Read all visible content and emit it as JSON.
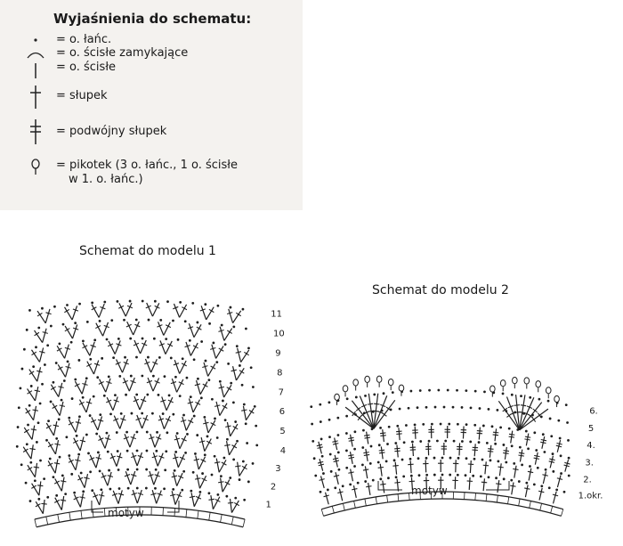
{
  "legend": {
    "title": "Wyjaśnienia do schematu:",
    "items": [
      {
        "icon": "chain-dot-icon",
        "text": "= o. łańc."
      },
      {
        "icon": "closing-arc-icon",
        "text": "= o. ścisłe zamykające"
      },
      {
        "icon": "single-crochet-bar-icon",
        "text": "= o. ścisłe"
      },
      {
        "icon": "double-crochet-icon",
        "text": "= słupek"
      },
      {
        "icon": "treble-crochet-icon",
        "text": "= podwójny słupek"
      },
      {
        "icon": "picot-icon",
        "text": "= pikotek (3 o. łańc., 1 o. ścisłe",
        "text2": "w 1. o. łańc.)"
      }
    ]
  },
  "scheme1": {
    "title": "Schemat do modelu 1",
    "row_numbers": [
      "1",
      "2",
      "3",
      "4",
      "5",
      "6",
      "7",
      "8",
      "9",
      "10",
      "11"
    ],
    "motif_label": "motyw"
  },
  "scheme2": {
    "title": "Schemat do modelu 2",
    "row_numbers": [
      "1.okr.",
      "2.",
      "3.",
      "4.",
      "5",
      "6."
    ],
    "motif_label": "motyw"
  }
}
